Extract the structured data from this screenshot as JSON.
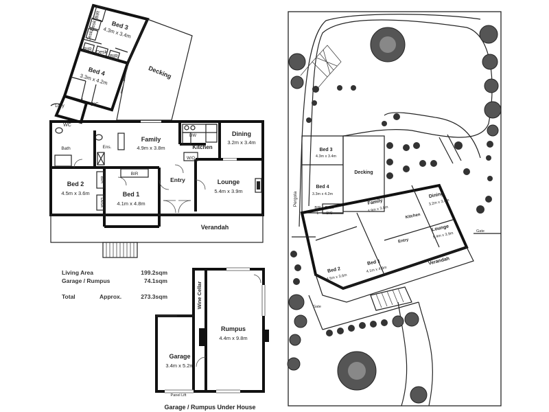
{
  "left_plan": {
    "rooms": [
      {
        "id": "bed3",
        "name": "Bed 3",
        "dim": "4.3m x 3.4m"
      },
      {
        "id": "bed4",
        "name": "Bed 4",
        "dim": "3.3m x 4.2m"
      },
      {
        "id": "decking",
        "name": "Decking",
        "dim": ""
      },
      {
        "id": "family",
        "name": "Family",
        "dim": "4.9m x 3.8m"
      },
      {
        "id": "kitchen",
        "name": "Kitchen",
        "dim": ""
      },
      {
        "id": "dining",
        "name": "Dining",
        "dim": "3.2m x 3.4m"
      },
      {
        "id": "lounge",
        "name": "Lounge",
        "dim": "5.4m x 3.9m"
      },
      {
        "id": "entry",
        "name": "Entry",
        "dim": ""
      },
      {
        "id": "bed1",
        "name": "Bed 1",
        "dim": "4.1m x 4.8m"
      },
      {
        "id": "bed2",
        "name": "Bed 2",
        "dim": "4.5m x 3.6m"
      },
      {
        "id": "verandah",
        "name": "Verandah",
        "dim": ""
      }
    ],
    "small_labels": {
      "bir": "BIR",
      "desk": "Desk",
      "l": "L",
      "bic": "BIC",
      "ldry": "Ldry",
      "wc": "WC",
      "bath": "Bath",
      "ens": "Ens.",
      "dw": "DW",
      "wo": "W/O"
    }
  },
  "areas": [
    {
      "label": "Living Area",
      "approx": "",
      "value": "199.2sqm"
    },
    {
      "label": "Garage / Rumpus",
      "approx": "",
      "value": "74.1sqm"
    },
    {
      "label": "Total",
      "approx": "Approx.",
      "value": "273.3sqm"
    }
  ],
  "lower_plan": {
    "title": "Garage / Rumpus Under House",
    "rooms": [
      {
        "id": "rumpus",
        "name": "Rumpus",
        "dim": "4.4m x 9.8m"
      },
      {
        "id": "garage",
        "name": "Garage",
        "dim": "3.4m x 5.2m"
      },
      {
        "id": "wine",
        "name": "Wine Cellar",
        "dim": ""
      }
    ],
    "door_label": "Panel Lift"
  },
  "site_plan": {
    "rooms": [
      {
        "id": "s_bed3",
        "name": "Bed 3",
        "dim": "4.3m x 3.4m"
      },
      {
        "id": "s_bed4",
        "name": "Bed 4",
        "dim": "3.3m x 4.2m"
      },
      {
        "id": "s_decking",
        "name": "Decking",
        "dim": ""
      },
      {
        "id": "s_family",
        "name": "Family",
        "dim": "4.9m x 3.8m"
      },
      {
        "id": "s_kitchen",
        "name": "Kitchen",
        "dim": ""
      },
      {
        "id": "s_dining",
        "name": "Dining",
        "dim": "3.2m x 3.4m"
      },
      {
        "id": "s_lounge",
        "name": "Lounge",
        "dim": "5.4m x 3.9m"
      },
      {
        "id": "s_entry",
        "name": "Entry",
        "dim": ""
      },
      {
        "id": "s_bed1",
        "name": "Bed 1",
        "dim": "4.1m x 4.8m"
      },
      {
        "id": "s_bed2",
        "name": "Bed 2",
        "dim": "4.5m x 3.6m"
      },
      {
        "id": "s_verandah",
        "name": "Verandah",
        "dim": ""
      }
    ],
    "pergola": "Pergola",
    "gate_a": "Gate",
    "gate_b": "Gate"
  }
}
